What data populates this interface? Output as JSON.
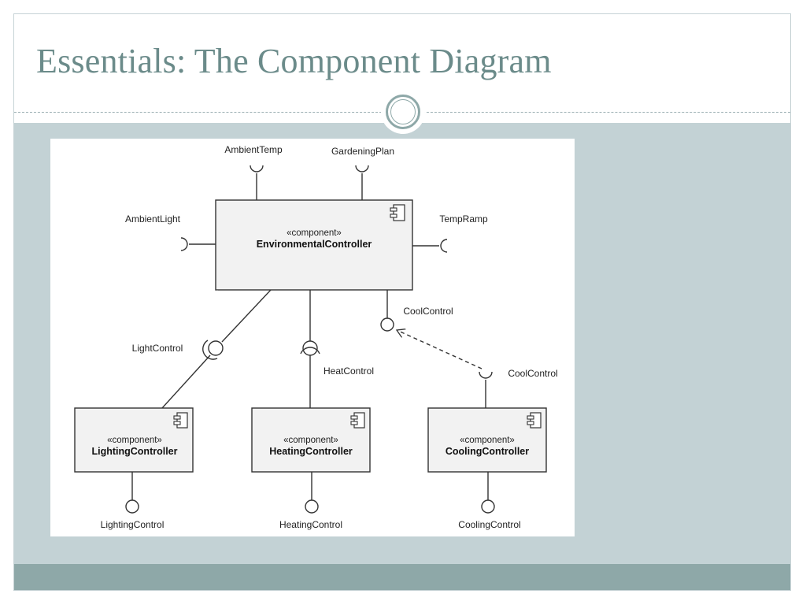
{
  "slide": {
    "title": "Essentials: The Component Diagram"
  },
  "diagram": {
    "components": {
      "environmental": {
        "stereotype": "«component»",
        "name": "EnvironmentalController"
      },
      "lighting": {
        "stereotype": "«component»",
        "name": "LightingController"
      },
      "heating": {
        "stereotype": "«component»",
        "name": "HeatingController"
      },
      "cooling": {
        "stereotype": "«component»",
        "name": "CoolingController"
      }
    },
    "interfaces": {
      "ambient_temp": "AmbientTemp",
      "gardening_plan": "GardeningPlan",
      "ambient_light": "AmbientLight",
      "temp_ramp": "TempRamp",
      "light_control": "LightControl",
      "heat_control": "HeatControl",
      "cool_control_provided": "CoolControl",
      "cool_control_required": "CoolControl",
      "lighting_control": "LightingControl",
      "heating_control": "HeatingControl",
      "cooling_control": "CoolingControl"
    },
    "colors": {
      "component_fill": "#f2f2f2",
      "line": "#333333"
    }
  },
  "theme": {
    "title_color": "#6b8b8a",
    "content_bg": "#c3d2d5",
    "footer_bg": "#8ea8a8"
  }
}
